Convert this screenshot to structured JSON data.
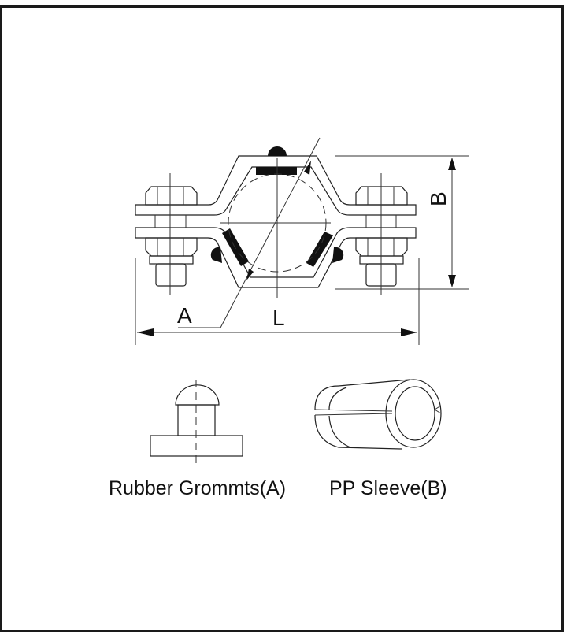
{
  "diagram": {
    "dimension_labels": {
      "a": "A",
      "l": "L",
      "b": "B"
    },
    "captions": {
      "grommet": "Rubber Grommts(A)",
      "sleeve": "PP Sleeve(B)"
    }
  }
}
